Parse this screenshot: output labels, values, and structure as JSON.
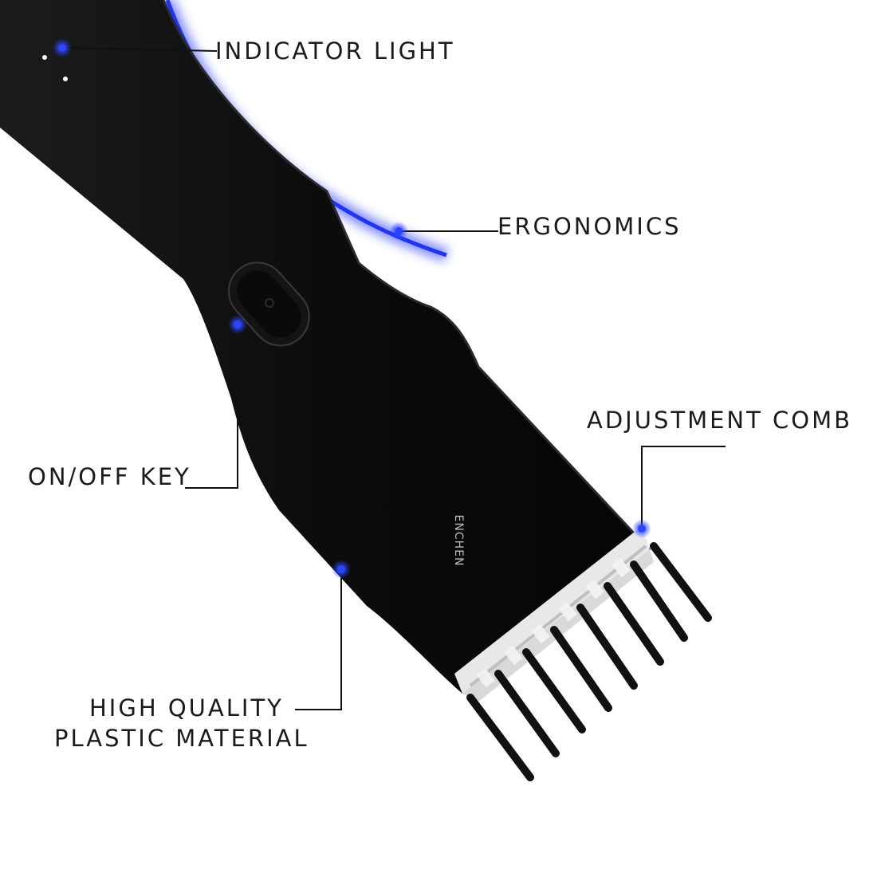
{
  "callouts": {
    "indicator_light": "INDICATOR LIGHT",
    "ergonomics": "ERGONOMICS",
    "adjustment_comb": "ADJUSTMENT COMB",
    "on_off_key": "ON/OFF KEY",
    "material_line1": "HIGH QUALITY",
    "material_line2": "PLASTIC MATERIAL"
  },
  "brand": "ENCHEN",
  "colors": {
    "body": "#0b0b0b",
    "accent_glow": "#1a2cff",
    "marker_dot": "#2b45ff",
    "leader_line": "#111111",
    "label_text": "#1a1a1a"
  },
  "icons": {
    "marker": "blue-dot-marker",
    "power_button": "oval-power-button"
  }
}
